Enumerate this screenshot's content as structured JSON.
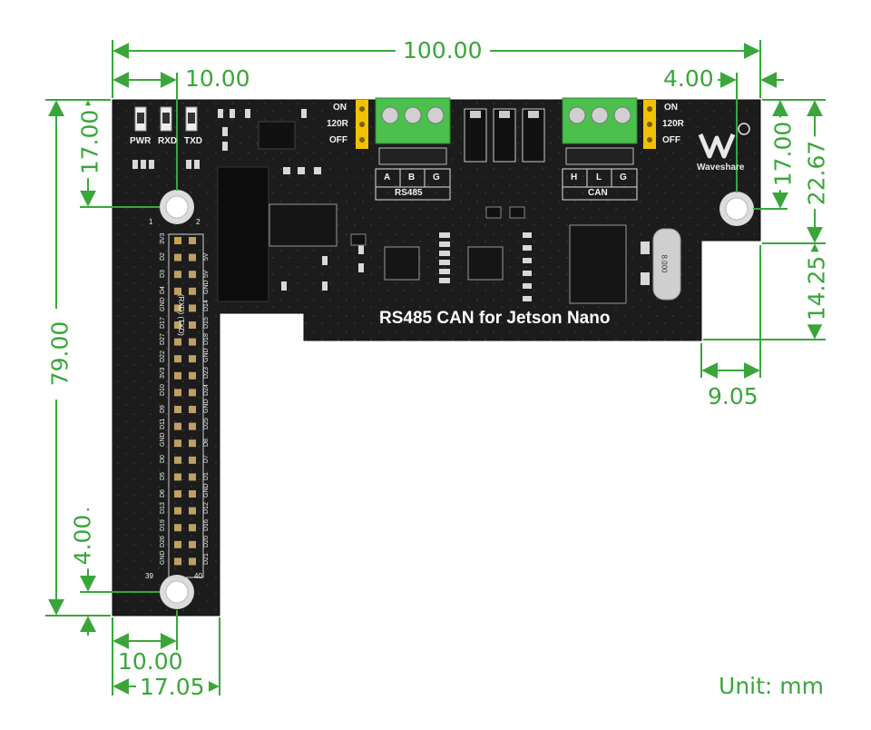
{
  "board": {
    "title": "RS485 CAN for Jetson Nano",
    "leds": [
      "PWR",
      "RXD",
      "TXD"
    ],
    "rs485_jumper": [
      "ON",
      "120R",
      "OFF"
    ],
    "can_jumper": [
      "ON",
      "120R",
      "OFF"
    ],
    "rs485_terminal": [
      "A",
      "B",
      "G"
    ],
    "rs485_label": "RS485",
    "can_terminal": [
      "H",
      "L",
      "G"
    ],
    "can_label": "CAN",
    "brand": "Waveshare",
    "crystal": "8.000",
    "pin_header_left": [
      "GND",
      "D26",
      "D19",
      "D13",
      "D6",
      "D5",
      "D0",
      "GND",
      "D11",
      "D9",
      "D10",
      "3V3",
      "D22",
      "D27",
      "D17",
      "GND",
      "D4",
      "D3",
      "D2",
      "3V3"
    ],
    "pin_header_right": [
      "D21",
      "D20",
      "D16",
      "D12",
      "GND",
      "D1",
      "D7",
      "D8",
      "D25",
      "GND",
      "D24",
      "D23",
      "GND",
      "D18",
      "D15",
      "D14",
      "GND",
      "5V",
      "5V"
    ],
    "pin_note": "(RXD) (TXD)",
    "pin_num_top": [
      "1",
      "2"
    ],
    "pin_num_bottom": [
      "39",
      "40"
    ]
  },
  "dimensions": {
    "width_total": "100.00",
    "hole_left_offset": "10.00",
    "hole_right_offset": "4.00",
    "hole_top_left": "17.00",
    "hole_top_right": "17.00",
    "right_upper_height": "22.67",
    "notch_height": "14.25",
    "notch_width": "9.05",
    "height_total": "79.00",
    "hole_bottom_offset": "4.00",
    "bottom_hole_left": "10.00",
    "leg_width": "17.05"
  },
  "unit_label": "Unit: mm",
  "colors": {
    "pcb": "#1c1c1c",
    "dimension": "#3aa63a",
    "terminal": "#4cc04c",
    "jumper": "#f2c200"
  }
}
